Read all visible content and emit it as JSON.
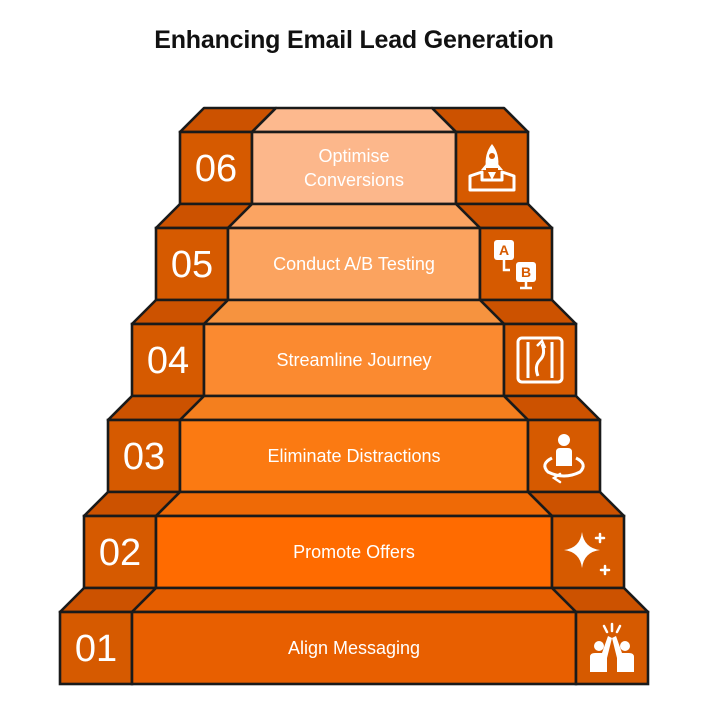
{
  "title": "Enhancing Email Lead Generation",
  "colors": {
    "outline": "#1a1a1a",
    "side_block": "#d65a00",
    "side_top": "#cc5200",
    "text_light": "#ffffff",
    "step_faces": [
      "#e85f00",
      "#ff6b00",
      "#fb7a12",
      "#fb8a30",
      "#fba35f",
      "#fcb78b"
    ],
    "step_tops": [
      "#e55e00",
      "#ef6a06",
      "#f47f1e",
      "#f6933f",
      "#fba462",
      "#fdb98e"
    ]
  },
  "steps": [
    {
      "number": "01",
      "label": "Align Messaging",
      "icon": "high-five-icon"
    },
    {
      "number": "02",
      "label": "Promote Offers",
      "icon": "sparkle-icon"
    },
    {
      "number": "03",
      "label": "Eliminate Distractions",
      "icon": "person-focus-icon"
    },
    {
      "number": "04",
      "label": "Streamline Journey",
      "icon": "road-path-icon"
    },
    {
      "number": "05",
      "label": "Conduct A/B Testing",
      "icon": "ab-test-icon"
    },
    {
      "number": "06",
      "label": "Optimise Conversions",
      "label_lines": [
        "Optimise",
        "Conversions"
      ],
      "icon": "rocket-launch-icon"
    }
  ]
}
